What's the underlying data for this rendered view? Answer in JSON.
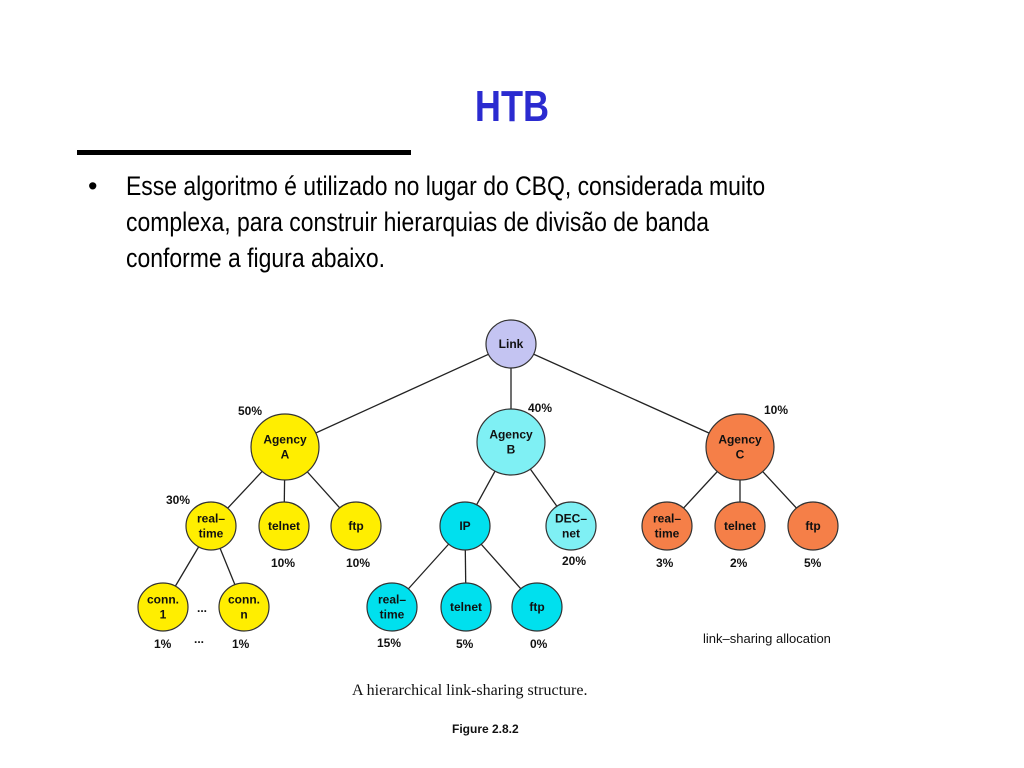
{
  "slide": {
    "title": "HTB",
    "bullet": "Esse algoritmo é utilizado no lugar do CBQ, considerada muito complexa, para construir hierarquias de divisão de banda conforme a figura abaixo.",
    "bullet_lines": [
      "Esse algoritmo é utilizado no lugar do CBQ, considerada muito",
      "complexa, para construir hierarquias de divisão de banda",
      "conforme a figura abaixo."
    ],
    "bullet_symbol": "•"
  },
  "colors": {
    "title": "#2b2bd0",
    "link": "#c4c4f2",
    "agency_a": "#ffee00",
    "agency_b": "#7ff0f4",
    "agency_b_children": "#00e0ee",
    "agency_c": "#f57f48"
  },
  "diagram": {
    "nodes": [
      {
        "id": "link",
        "lines": [
          "Link"
        ],
        "color": "link"
      },
      {
        "id": "agency-a",
        "lines": [
          "Agency",
          "A"
        ],
        "color": "agency_a",
        "share": "50%"
      },
      {
        "id": "agency-b",
        "lines": [
          "Agency",
          "B"
        ],
        "color": "agency_b",
        "share": "40%"
      },
      {
        "id": "agency-c",
        "lines": [
          "Agency",
          "C"
        ],
        "color": "agency_c",
        "share": "10%"
      },
      {
        "id": "a-realtime",
        "lines": [
          "real–",
          "time"
        ],
        "color": "agency_a",
        "share": "30%"
      },
      {
        "id": "a-telnet",
        "lines": [
          "telnet"
        ],
        "color": "agency_a",
        "share": "10%"
      },
      {
        "id": "a-ftp",
        "lines": [
          "ftp"
        ],
        "color": "agency_a",
        "share": "10%"
      },
      {
        "id": "a-conn1",
        "lines": [
          "conn.",
          "1"
        ],
        "color": "agency_a",
        "share": "1%"
      },
      {
        "id": "a-connn",
        "lines": [
          "conn.",
          "n"
        ],
        "color": "agency_a",
        "share": "1%"
      },
      {
        "id": "b-ip",
        "lines": [
          "IP"
        ],
        "color": "agency_b_children"
      },
      {
        "id": "b-decnet",
        "lines": [
          "DEC–",
          "net"
        ],
        "color": "agency_b",
        "share": "20%"
      },
      {
        "id": "b-realtime",
        "lines": [
          "real–",
          "time"
        ],
        "color": "agency_b_children",
        "share": "15%"
      },
      {
        "id": "b-telnet",
        "lines": [
          "telnet"
        ],
        "color": "agency_b_children",
        "share": "5%"
      },
      {
        "id": "b-ftp",
        "lines": [
          "ftp"
        ],
        "color": "agency_b_children",
        "share": "0%"
      },
      {
        "id": "c-realtime",
        "lines": [
          "real–",
          "time"
        ],
        "color": "agency_c",
        "share": "3%"
      },
      {
        "id": "c-telnet",
        "lines": [
          "telnet"
        ],
        "color": "agency_c",
        "share": "2%"
      },
      {
        "id": "c-ftp",
        "lines": [
          "ftp"
        ],
        "color": "agency_c",
        "share": "5%"
      }
    ],
    "edges": [
      [
        "link",
        "agency-a"
      ],
      [
        "link",
        "agency-b"
      ],
      [
        "link",
        "agency-c"
      ],
      [
        "agency-a",
        "a-realtime"
      ],
      [
        "agency-a",
        "a-telnet"
      ],
      [
        "agency-a",
        "a-ftp"
      ],
      [
        "a-realtime",
        "a-conn1"
      ],
      [
        "a-realtime",
        "a-connn"
      ],
      [
        "agency-b",
        "b-ip"
      ],
      [
        "agency-b",
        "b-decnet"
      ],
      [
        "b-ip",
        "b-realtime"
      ],
      [
        "b-ip",
        "b-telnet"
      ],
      [
        "b-ip",
        "b-ftp"
      ],
      [
        "agency-c",
        "c-realtime"
      ],
      [
        "agency-c",
        "c-telnet"
      ],
      [
        "agency-c",
        "c-ftp"
      ]
    ],
    "ellipsis": "...",
    "legend": "link–sharing allocation",
    "caption": "A hierarchical link-sharing structure.",
    "figure_label": "Figure 2.8.2"
  }
}
